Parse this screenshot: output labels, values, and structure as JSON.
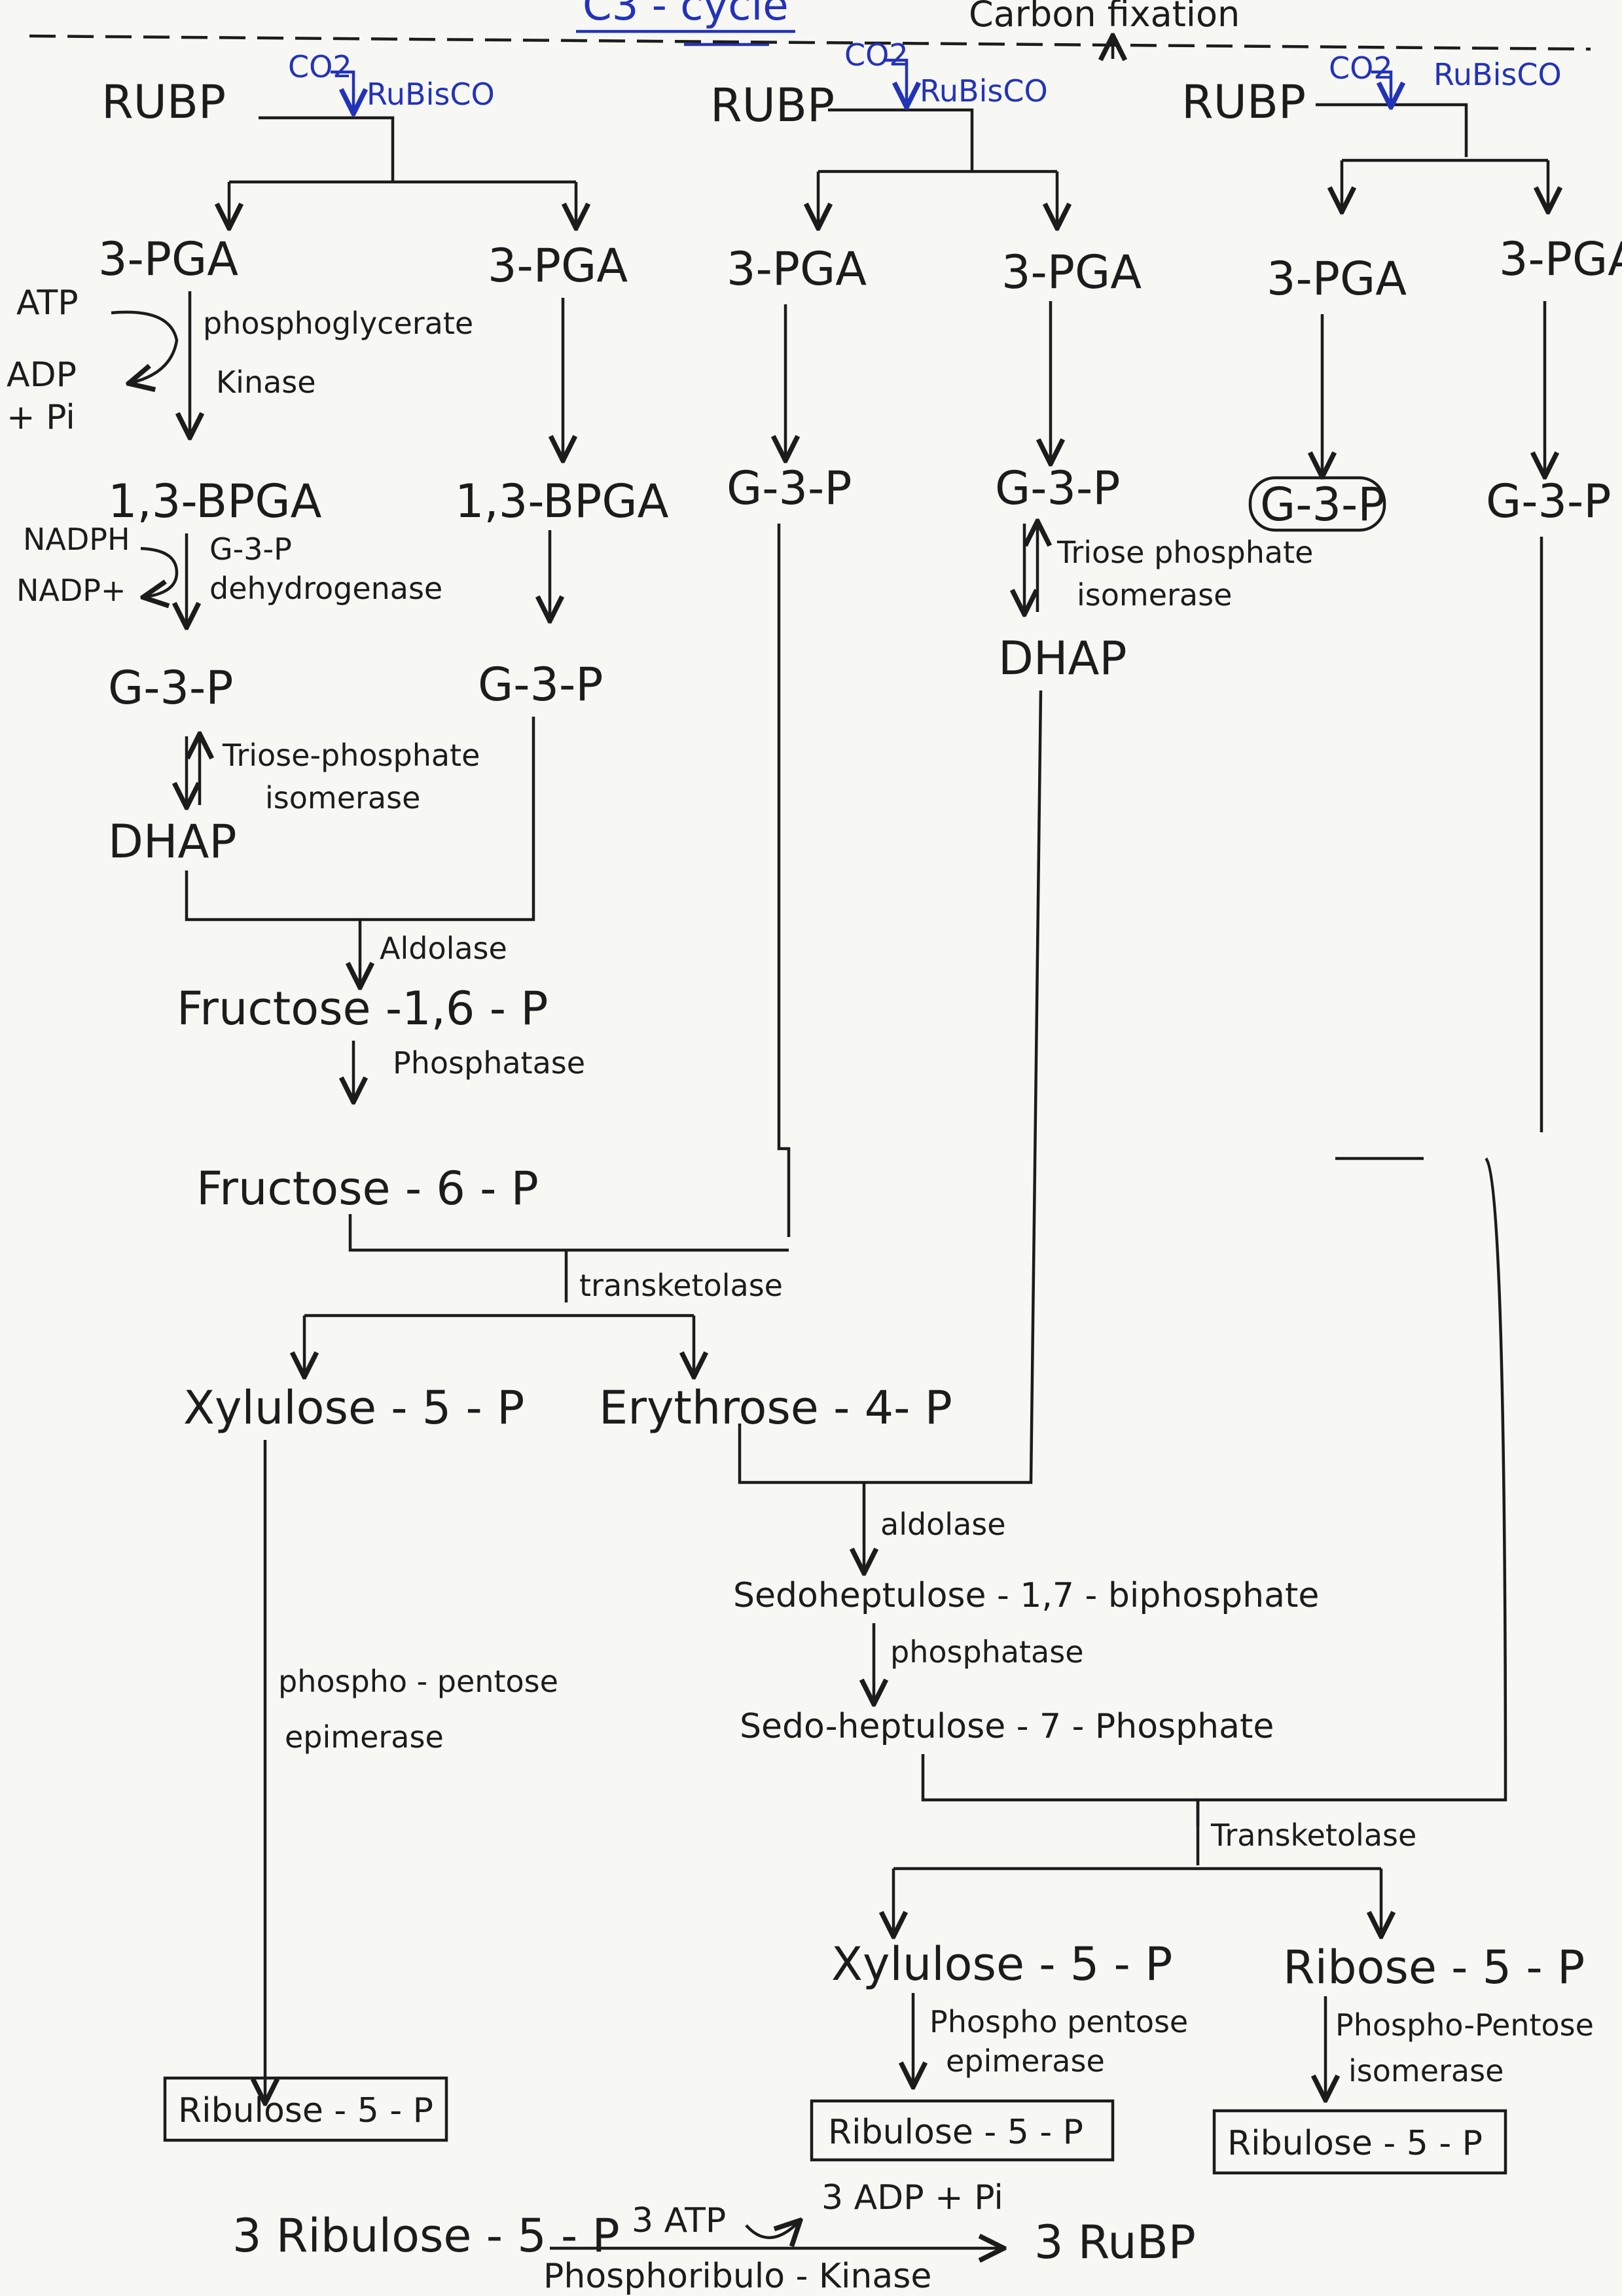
{
  "header": {
    "title": "C3 - cycle",
    "note": "Carbon fixation"
  },
  "fixation": {
    "rubp": "RUBP",
    "co2": "CO2",
    "rubisco": "RuBisCO",
    "pga": "3-PGA"
  },
  "branch1": {
    "atp": "ATP",
    "adp": "ADP",
    "pi": "+ Pi",
    "enzyme_kinase_1": "phosphoglycerate",
    "enzyme_kinase_2": "Kinase",
    "bpga": "1,3-BPGA",
    "nadph": "NADPH",
    "nadp": "NADP+",
    "enzyme_dh_1": "G-3-P",
    "enzyme_dh_2": "dehydrogenase",
    "g3p": "G-3-P",
    "isomerase_1": "Triose-phosphate",
    "isomerase_2": "isomerase",
    "dhap": "DHAP",
    "aldolase": "Aldolase",
    "f16p": "Fructose -1,6 - P",
    "phosphatase": "Phosphatase",
    "f6p": "Fructose - 6 - P"
  },
  "branch2": {
    "g3p": "G-3-P",
    "isomerase_1": "Triose phosphate",
    "isomerase_2": "isomerase",
    "dhap": "DHAP"
  },
  "regeneration": {
    "transketolase_1": "transketolase",
    "xylulose": "Xylulose - 5 - P",
    "erythrose": "Erythrose - 4- P",
    "epimerase_1": "phospho - pentose",
    "epimerase_2": "epimerase",
    "aldolase": "aldolase",
    "sbp": "Sedoheptulose - 1,7 - biphosphate",
    "phosphatase": "phosphatase",
    "s7p": "Sedo-heptulose - 7 - Phosphate",
    "transketolase_2": "Transketolase",
    "xylulose_2": "Xylulose - 5 - P",
    "epimerase_b_1": "Phospho pentose",
    "epimerase_b_2": "epimerase",
    "ribose": "Ribose - 5 - P",
    "isomerase_b_1": "Phospho-Pentose",
    "isomerase_b_2": "isomerase",
    "ru5p": "Ribulose - 5 - P"
  },
  "final": {
    "left": "3 Ribulose - 5 - P",
    "atp": "3 ATP",
    "adp": "3 ADP + Pi",
    "right": "3 RuBP",
    "enzyme": "Phosphoribulo - Kinase"
  }
}
